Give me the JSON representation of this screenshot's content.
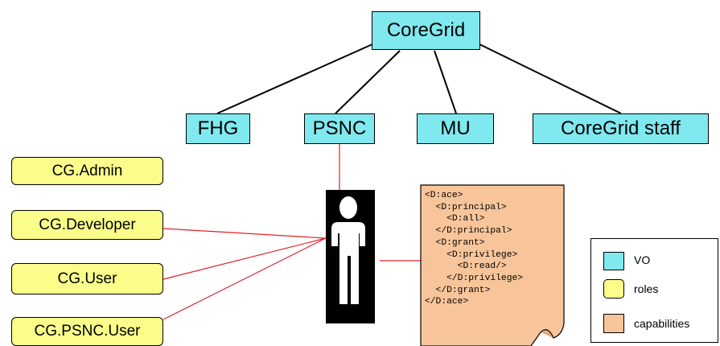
{
  "colors": {
    "vo": "#7fe9ef",
    "roles": "#fbfd8a",
    "capabilities": "#f8c59a",
    "link_tree": "#000000",
    "link_user": "#e0202a"
  },
  "root": {
    "label": "CoreGrid"
  },
  "vos": [
    {
      "label": "FHG"
    },
    {
      "label": "PSNC"
    },
    {
      "label": "MU"
    },
    {
      "label": "CoreGrid staff"
    }
  ],
  "roles": [
    {
      "label": "CG.Admin"
    },
    {
      "label": "CG.Developer"
    },
    {
      "label": "CG.User"
    },
    {
      "label": "CG.PSNC.User"
    }
  ],
  "user": {
    "icon": "person-icon"
  },
  "capability_doc": {
    "lines": [
      "<D:ace>",
      "  <D:principal>",
      "    <D:all>",
      "  </D:principal>",
      "  <D:grant>",
      "    <D:privilege>",
      "      <D:read/>",
      "    </D:privilege>",
      "  </D:grant>",
      "</D:ace>"
    ]
  },
  "legend": {
    "items": [
      {
        "label": "VO"
      },
      {
        "label": "roles"
      },
      {
        "label": "capabilities"
      }
    ]
  }
}
